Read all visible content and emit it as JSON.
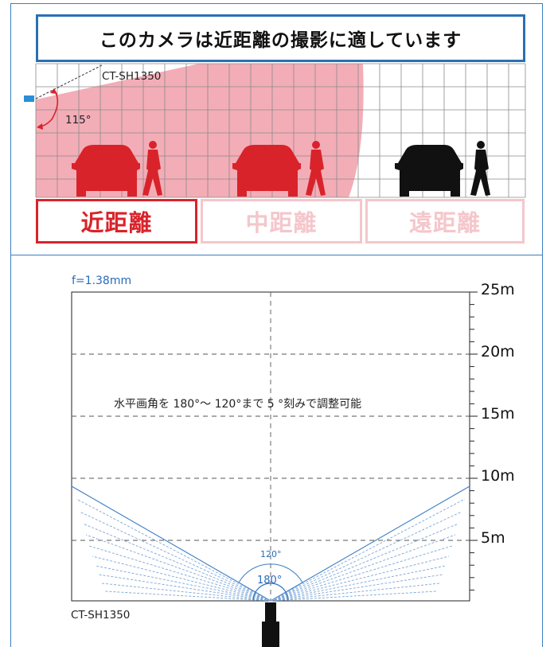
{
  "top": {
    "title": "このカメラは近距離の撮影に適しています",
    "model_label": "CT-SH1350",
    "angle_label": "115°",
    "distance_boxes": [
      {
        "label": "近距離",
        "active": true
      },
      {
        "label": "中距離",
        "active": false
      },
      {
        "label": "遠距離",
        "active": false
      }
    ]
  },
  "bottom": {
    "focal_label": "f=1.38mm",
    "note": "水平画角を 180°～ 120°まで 5 °刻みで調整可能",
    "model_label": "CT-SH1350",
    "inner_angle_label": "120°",
    "outer_angle_label": "180°",
    "scale_labels": [
      "25m",
      "20m",
      "15m",
      "10m",
      "5m"
    ]
  },
  "colors": {
    "frame_blue": "#3b7fc1",
    "title_border": "#2a70b5",
    "near_red": "#d9232a",
    "fov_pink": "#f2a9b3",
    "faded_red": "#f5c6cb",
    "line_blue": "#3a7cc4",
    "dash_blue": "#7aa6d8"
  }
}
